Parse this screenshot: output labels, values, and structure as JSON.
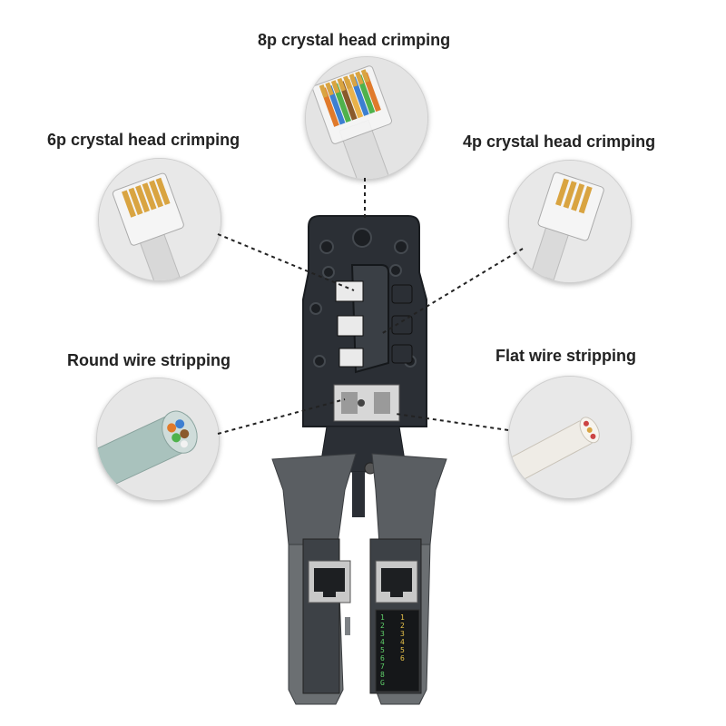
{
  "callouts": {
    "p8": {
      "label": "8p crystal head crimping"
    },
    "p6": {
      "label": "6p crystal head crimping"
    },
    "p4": {
      "label": "4p crystal head crimping"
    },
    "round": {
      "label": "Round wire stripping"
    },
    "flat": {
      "label": "Flat wire stripping"
    }
  },
  "tester_leds": {
    "left_column": [
      "1",
      "2",
      "3",
      "4",
      "5",
      "6",
      "7",
      "8",
      "G"
    ],
    "right_column": [
      "1",
      "2",
      "3",
      "4",
      "5",
      "6"
    ]
  },
  "colors": {
    "tool_body": "#2b2f35",
    "handle_grip": "#6b6f72",
    "handle_dark": "#3d4146",
    "connector_gold": "#d9a441"
  }
}
